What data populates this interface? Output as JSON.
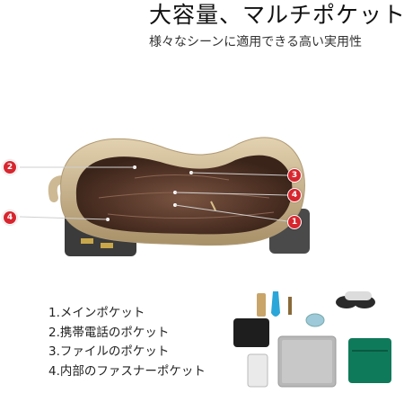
{
  "header": {
    "title": "大容量、マルチポケット",
    "description": "様々なシーンに適用できる高い実用性"
  },
  "callouts": {
    "c1": "1",
    "c2": "2",
    "c3": "3",
    "c4_left": "4",
    "c4_right": "4"
  },
  "legend": {
    "items": [
      "1.メインポケット",
      "2.携帯電話のポケット",
      "3.ファイルのポケット",
      "4.内部のファスナーポケット"
    ]
  },
  "colors": {
    "callout": "#d8262f",
    "bag_outer": "#c9b48f",
    "bag_lining": "#5a3a2a"
  }
}
